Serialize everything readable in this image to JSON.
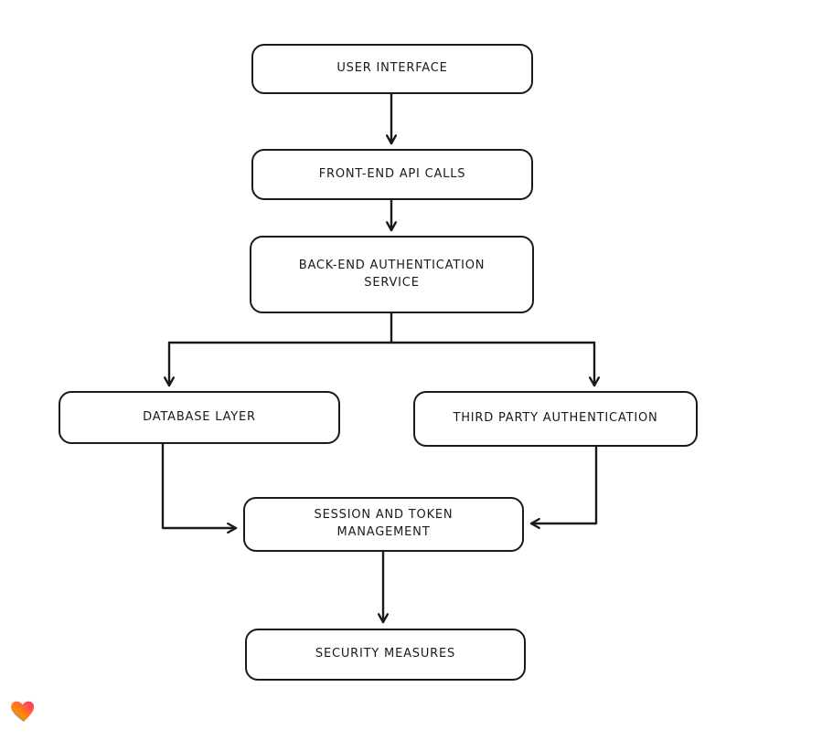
{
  "page": {
    "background": "#ffffff"
  },
  "diagram": {
    "nodes": [
      {
        "id": "user-interface",
        "label": "USER INTERFACE"
      },
      {
        "id": "front-end-api-calls",
        "label": "FRONT-END API CALLS"
      },
      {
        "id": "back-end-authentication-service",
        "label": "BACK-END AUTHENTICATION\nSERVICE"
      },
      {
        "id": "database-layer",
        "label": "DATABASE LAYER"
      },
      {
        "id": "third-party-authentication",
        "label": "THIRD PARTY AUTHENTICATION"
      },
      {
        "id": "session-and-token-management",
        "label": "SESSION AND TOKEN\nMANAGEMENT"
      },
      {
        "id": "security-measures",
        "label": "SECURITY MEASURES"
      }
    ],
    "edges": [
      {
        "from": "user-interface",
        "to": "front-end-api-calls"
      },
      {
        "from": "front-end-api-calls",
        "to": "back-end-authentication-service"
      },
      {
        "from": "back-end-authentication-service",
        "to": "database-layer"
      },
      {
        "from": "back-end-authentication-service",
        "to": "third-party-authentication"
      },
      {
        "from": "database-layer",
        "to": "session-and-token-management"
      },
      {
        "from": "third-party-authentication",
        "to": "session-and-token-management"
      },
      {
        "from": "session-and-token-management",
        "to": "security-measures"
      }
    ],
    "style": {
      "stroke": "#1a1a1a",
      "node_fill": "#ffffff"
    }
  },
  "footer": {
    "logo": "heart-logo",
    "logo_colors": [
      "#4d9fff",
      "#ff8a00",
      "#ff5252",
      "#ff2d55"
    ]
  }
}
